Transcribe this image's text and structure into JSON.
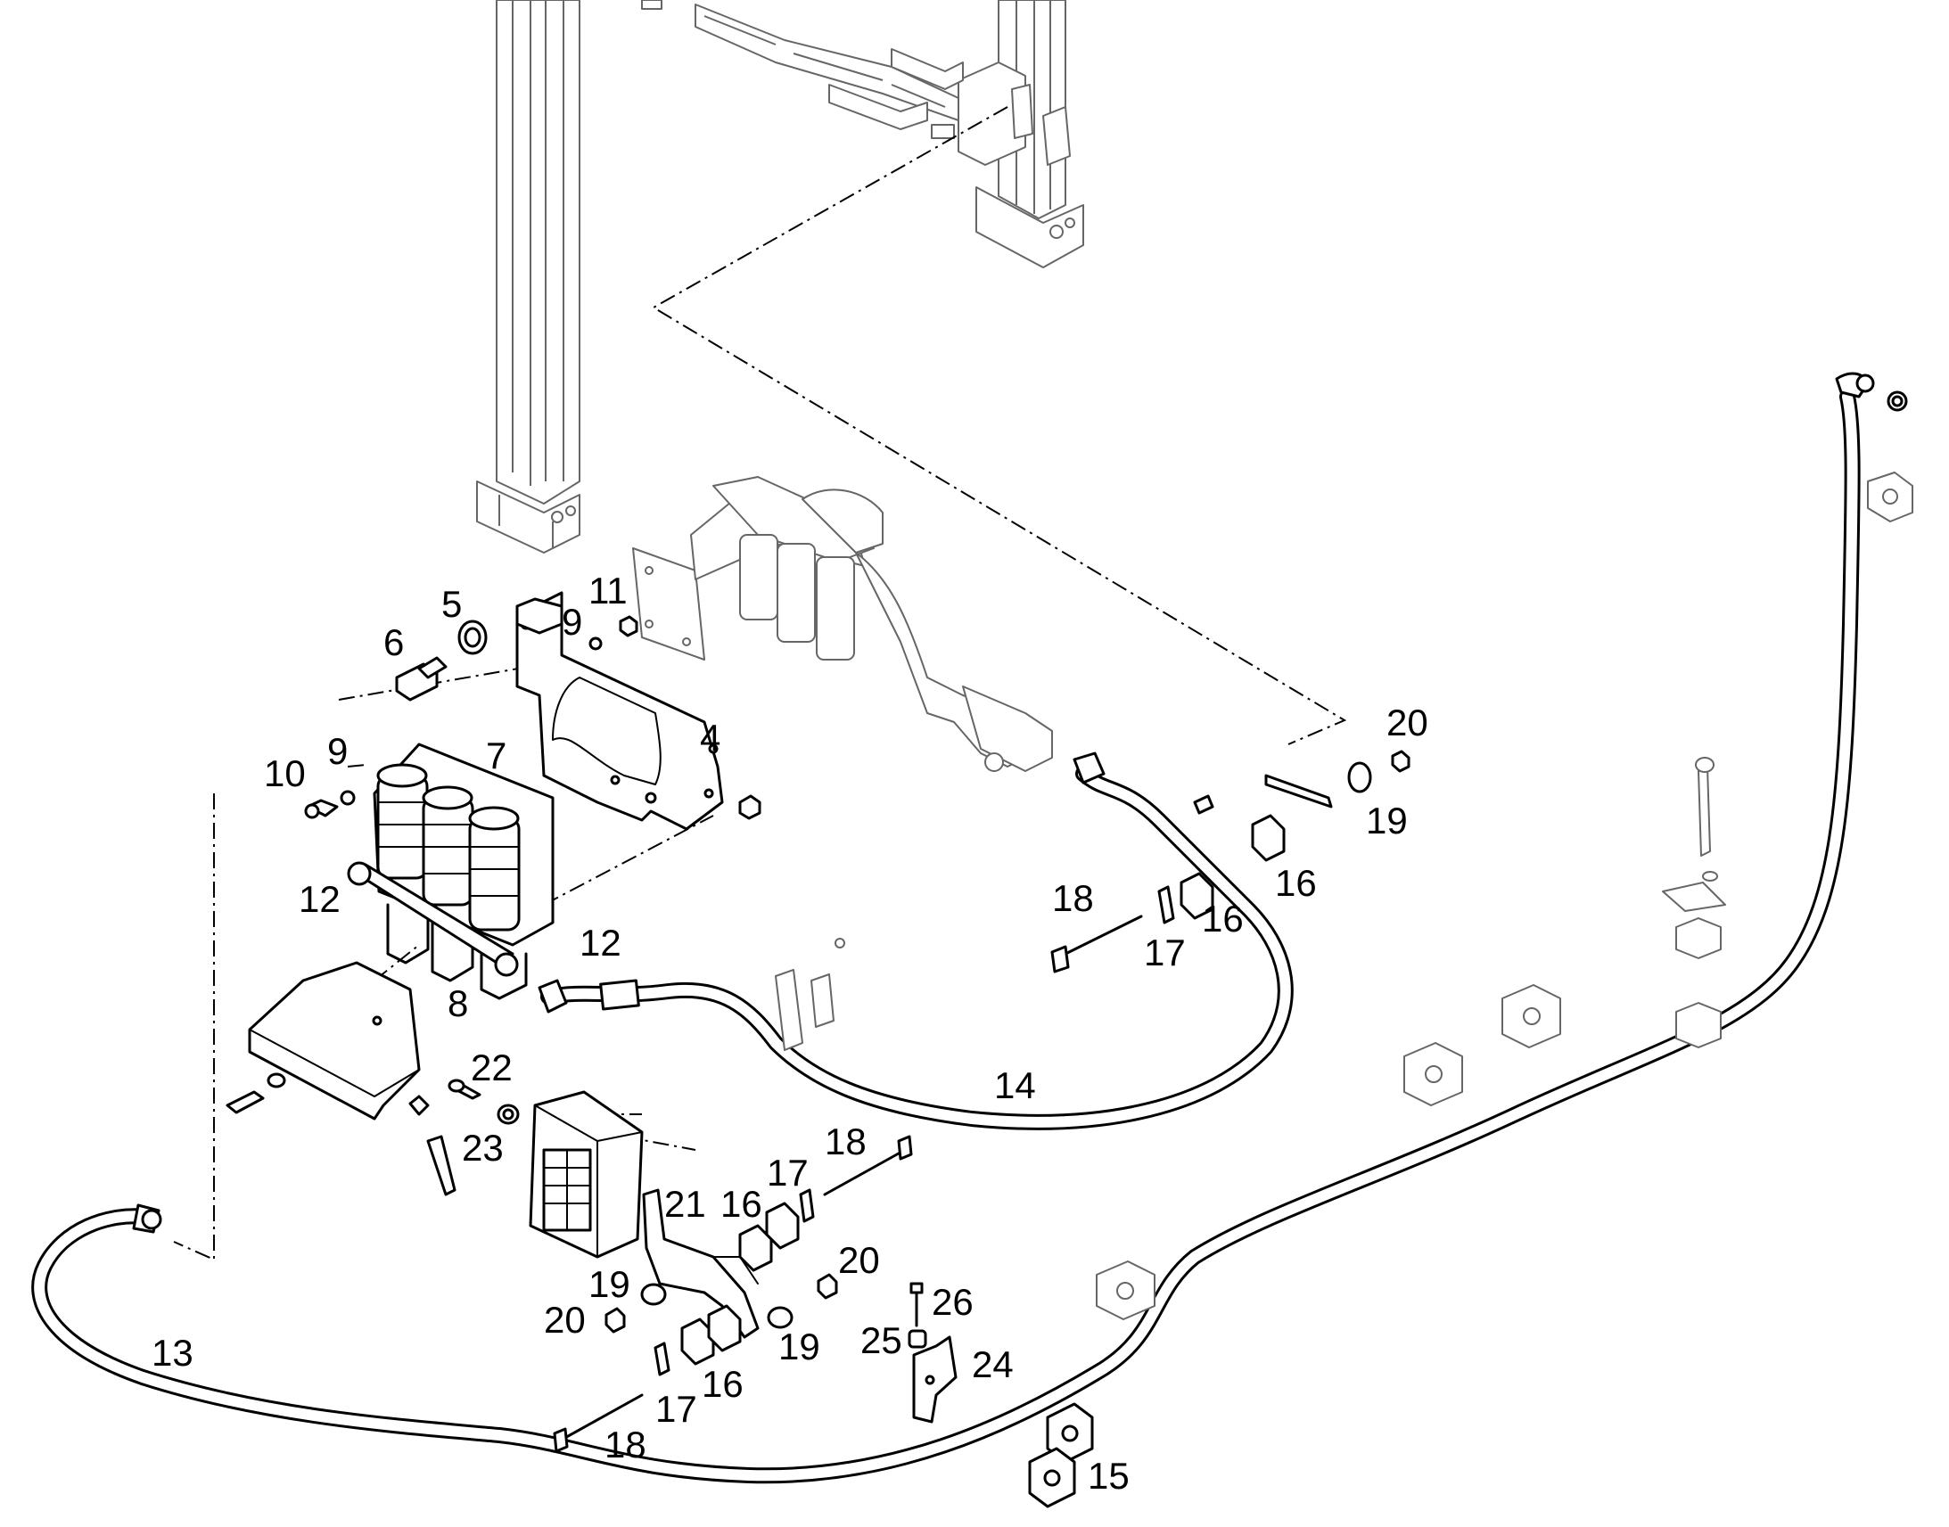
{
  "callouts": {
    "c4": "4",
    "c5": "5",
    "c6": "6",
    "c7": "7",
    "c8": "8",
    "c9a": "9",
    "c9b": "9",
    "c10": "10",
    "c11": "11",
    "c12a": "12",
    "c12b": "12",
    "c13": "13",
    "c14": "14",
    "c15": "15",
    "c16a": "16",
    "c16b": "16",
    "c16c": "16",
    "c16d": "16",
    "c17a": "17",
    "c17b": "17",
    "c17c": "17",
    "c18a": "18",
    "c18b": "18",
    "c18c": "18",
    "c19a": "19",
    "c19b": "19",
    "c19c": "19",
    "c20a": "20",
    "c20b": "20",
    "c20c": "20",
    "c21": "21",
    "c22": "22",
    "c23": "23",
    "c24": "24",
    "c25": "25",
    "c26": "26"
  }
}
